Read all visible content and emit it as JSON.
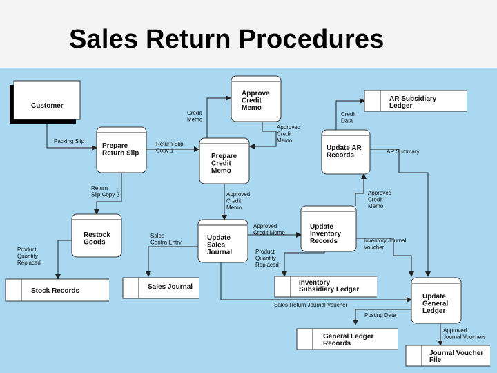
{
  "title": "Sales Return Procedures",
  "entities": {
    "customer": "Customer"
  },
  "processes": {
    "approve_credit_memo": [
      "Approve",
      "Credit",
      "Memo"
    ],
    "prepare_return_slip": [
      "Prepare",
      "Return Slip"
    ],
    "prepare_credit_memo": [
      "Prepare",
      "Credit",
      "Memo"
    ],
    "update_ar_records": [
      "Update AR",
      "Records"
    ],
    "restock_goods": [
      "Restock",
      "Goods"
    ],
    "update_sales_journal": [
      "Update",
      "Sales",
      "Journal"
    ],
    "update_inventory_records": [
      "Update",
      "Inventory",
      "Records"
    ],
    "update_general_ledger": [
      "Update",
      "General",
      "Ledger"
    ]
  },
  "data_stores": {
    "ar_subsidiary_ledger": [
      "AR Subsidiary",
      "Ledger"
    ],
    "stock_records": [
      "Stock Records"
    ],
    "sales_journal": [
      "Sales Journal"
    ],
    "inventory_subsidiary_ledger": [
      "Inventory",
      "Subsidiary Ledger"
    ],
    "general_ledger_records": [
      "General Ledger",
      "Records"
    ],
    "journal_voucher_file": [
      "Journal Voucher",
      "File"
    ]
  },
  "flows": {
    "packing_slip": [
      "Packing Slip"
    ],
    "credit_memo": [
      "Credit",
      "Memo"
    ],
    "return_slip_copy1": [
      "Return Slip",
      "Copy 1"
    ],
    "approved_credit_memo_1": [
      "Approved",
      "Credit",
      "Memo"
    ],
    "credit_data": [
      "Credit",
      "Data"
    ],
    "ar_summary": [
      "AR Summary"
    ],
    "return_slip_copy2": [
      "Return",
      "Slip Copy 2"
    ],
    "approved_credit_memo_2": [
      "Approved",
      "Credit",
      "Memo"
    ],
    "approved_credit_memo_3": [
      "Approved",
      "Credit",
      "Memo"
    ],
    "approved_credit_memo_4": [
      "Approved",
      "Credit Memo"
    ],
    "sales_contra_entry": [
      "Sales",
      "Contra Entry"
    ],
    "product_quantity_replaced_1": [
      "Product",
      "Quantity",
      "Replaced"
    ],
    "product_quantity_replaced_2": [
      "Product",
      "Quantity",
      "Replaced"
    ],
    "inventory_journal_voucher": [
      "Inventory Journal",
      "Voucher"
    ],
    "sales_return_journal_voucher": [
      "Sales Return Journal Voucher"
    ],
    "posting_data": [
      "Posting Data"
    ],
    "approved_journal_vouchers": [
      "Approved",
      "Journal Vouchers"
    ]
  }
}
